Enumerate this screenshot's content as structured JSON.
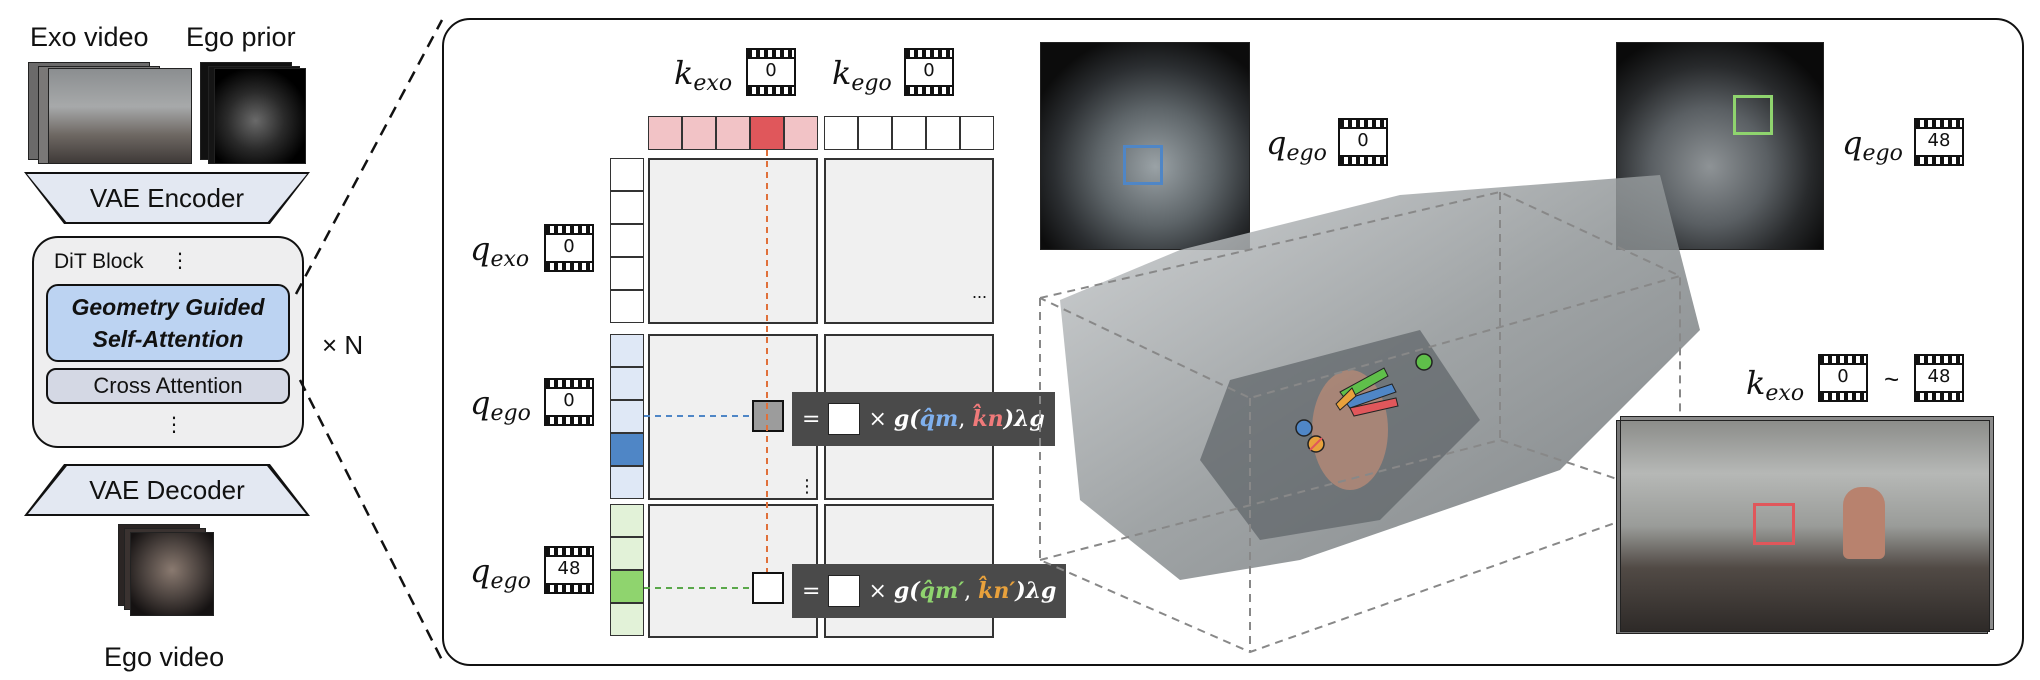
{
  "left": {
    "exo_video_label": "Exo video",
    "ego_prior_label": "Ego prior",
    "vae_encoder": "VAE Encoder",
    "dit_block": "DiT Block",
    "geometry_attention": "Geometry Guided Self-Attention",
    "cross_attention": "Cross Attention",
    "times_n": "× N",
    "vae_decoder": "VAE Decoder",
    "ego_video_label": "Ego video",
    "ellipsis": "⋮"
  },
  "attention": {
    "k_exo": "k",
    "k_exo_sub": "exo",
    "k_ego": "k",
    "k_ego_sub": "ego",
    "q_exo": "q",
    "q_exo_sub": "exo",
    "q_ego": "q",
    "q_ego_sub": "ego",
    "frame_0": "0",
    "frame_48": "48",
    "h_dots": "...",
    "v_dots": "⋮",
    "formula1": {
      "eq": "=",
      "times": "×",
      "g": "g(",
      "qm": "q̂m",
      "kn": "k̂n",
      "tail": ")λg"
    },
    "formula2": {
      "eq": "=",
      "times": "×",
      "g": "g(",
      "qm": "q̂m′",
      "kn": "k̂n′",
      "tail": ")λg"
    }
  },
  "scene": {
    "q_ego": "q",
    "q_ego_sub": "ego",
    "k_exo": "k",
    "k_exo_sub": "exo",
    "frame_0": "0",
    "frame_48": "48",
    "tilde": "~"
  },
  "colors": {
    "blue": "#4f86c6",
    "green": "#8fd46e",
    "red": "#e0575b",
    "orange": "#e8a13c",
    "panel_border": "#111111"
  }
}
